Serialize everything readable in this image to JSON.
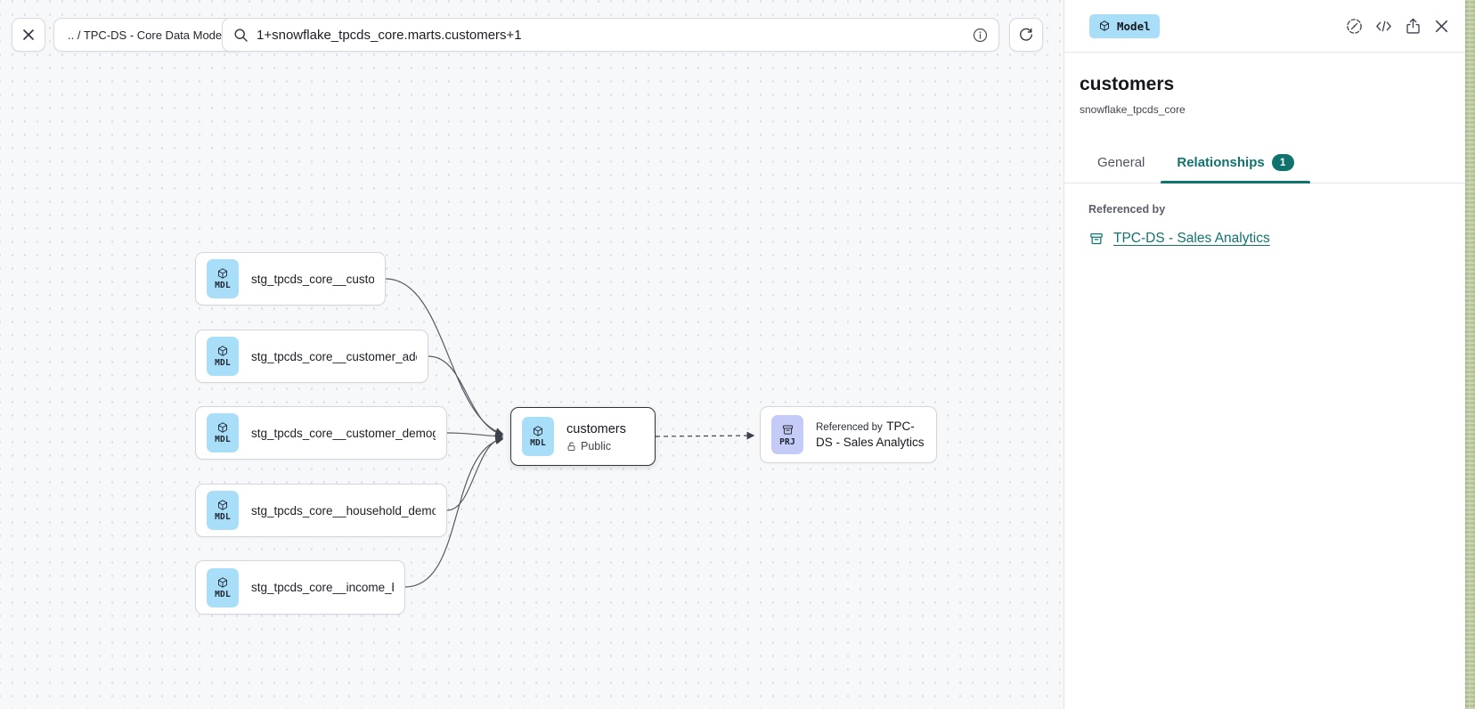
{
  "toolbar": {
    "breadcrumb": ".. / TPC-DS - Core Data Models",
    "search_value": "1+snowflake_tpcds_core.marts.customers+1"
  },
  "panel": {
    "type_badge": "Model",
    "title": "customers",
    "subtitle": "snowflake_tpcds_core",
    "tabs": [
      {
        "label": "General",
        "active": false
      },
      {
        "label": "Relationships",
        "active": true,
        "badge": "1"
      }
    ],
    "referenced_by_label": "Referenced by",
    "reference_link": "TPC-DS - Sales Analytics"
  },
  "canvas": {
    "nodes": [
      {
        "badge": "MDL",
        "label": "stg_tpcds_core__customer"
      },
      {
        "badge": "MDL",
        "label": "stg_tpcds_core__customer_address"
      },
      {
        "badge": "MDL",
        "label": "stg_tpcds_core__customer_demogra..."
      },
      {
        "badge": "MDL",
        "label": "stg_tpcds_core__household_demogr..."
      },
      {
        "badge": "MDL",
        "label": "stg_tpcds_core__income_band"
      }
    ],
    "center_node": {
      "badge": "MDL",
      "title": "customers",
      "access": "Public"
    },
    "project_node": {
      "badge": "PRJ",
      "kicker": "Referenced by",
      "title": "TPC-DS - Sales Analytics"
    }
  },
  "colors": {
    "accent_teal": "#11736d",
    "model_icon_bg": "#a9def8",
    "project_icon_bg": "#c5cbf7",
    "canvas_bg": "#f7f8fa"
  }
}
